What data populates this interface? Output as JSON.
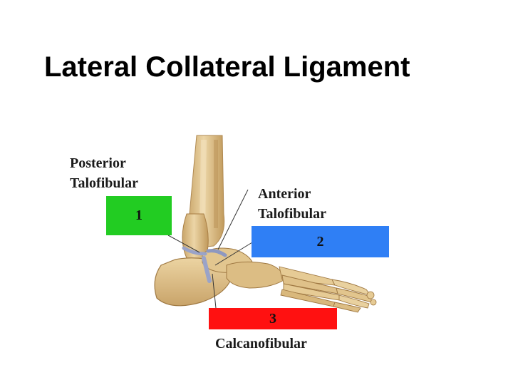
{
  "title": "Lateral Collateral Ligament",
  "labels": {
    "posterior": [
      "Posterior",
      "Talofibular"
    ],
    "anterior": [
      "Anterior",
      "Talofibular"
    ],
    "calcaneo": "Calcanofibular"
  },
  "boxes": [
    {
      "number": "1",
      "color": "#22cc22"
    },
    {
      "number": "2",
      "color": "#2f7ff5"
    },
    {
      "number": "3",
      "color": "#ff1111"
    }
  ],
  "colors": {
    "bone": "#dcc08c",
    "bone_shade": "#b8925a",
    "ligament": "#9aa3c8",
    "leader": "#333333"
  }
}
